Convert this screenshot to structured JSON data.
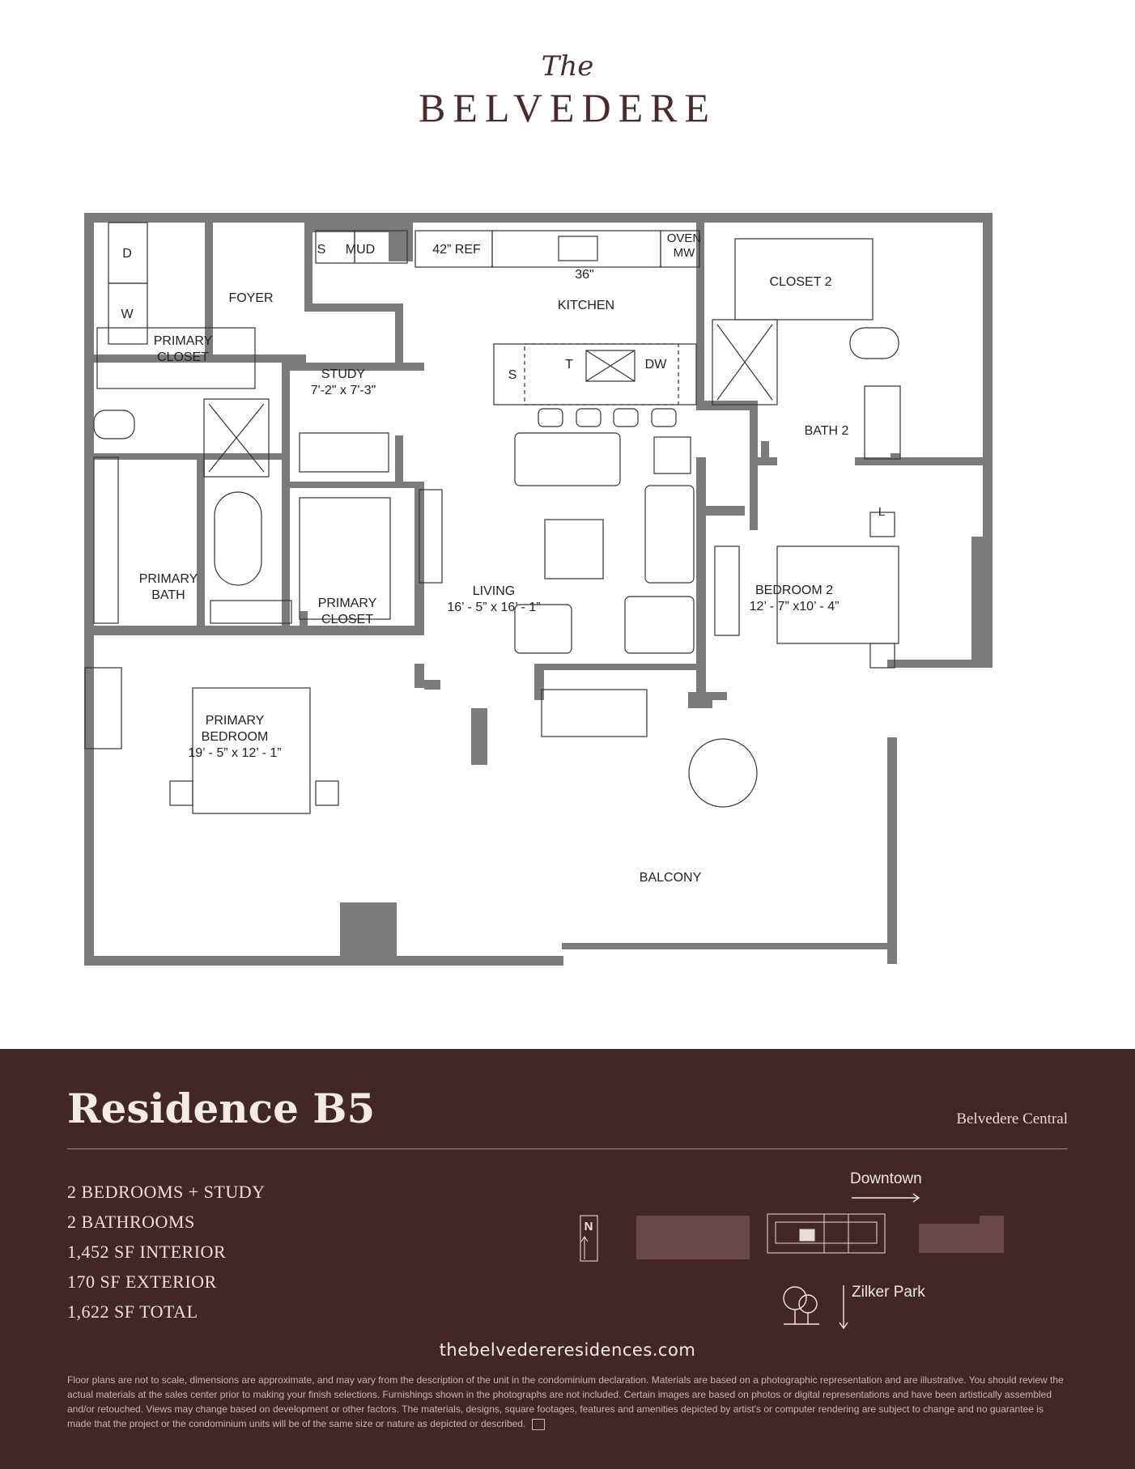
{
  "logo": {
    "script": "The",
    "name": "BELVEDERE"
  },
  "floorplan": {
    "rooms": {
      "foyer": "FOYER",
      "kitchen": "KITCHEN",
      "ref": "42” REF",
      "range": "36\"",
      "oven_1": "OVEN",
      "oven_2": "MW",
      "mud_s": "S",
      "mud": "MUD",
      "dryer": "D",
      "washer": "W",
      "closet2": "CLOSET 2",
      "primary_closet_top_1": "PRIMARY",
      "primary_closet_top_2": "CLOSET",
      "study": "STUDY",
      "study_dim": "7'-2\" x 7'-3\"",
      "island_s": "S",
      "island_t": "T",
      "island_dw": "DW",
      "bath2": "BATH 2",
      "laundry_l": "L",
      "primary_bath_1": "PRIMARY",
      "primary_bath_2": "BATH",
      "primary_closet_mid_1": "PRIMARY",
      "primary_closet_mid_2": "CLOSET",
      "living": "LIVING",
      "living_dim": "16’ -  5” x 16’ - 1”",
      "bedroom2": "BEDROOM 2",
      "bedroom2_dim": "12’ - 7” x10’ - 4”",
      "primary_bedroom_1": "PRIMARY",
      "primary_bedroom_2": "BEDROOM",
      "primary_bedroom_dim": "19’ - 5” x 12’ - 1”",
      "balcony": "BALCONY"
    }
  },
  "residence": {
    "title": "Residence B5",
    "building": "Belvedere Central",
    "specs": [
      "2 BEDROOMS + STUDY",
      "2 BATHROOMS",
      "1,452 SF INTERIOR",
      "170 SF EXTERIOR",
      "1,622 SF TOTAL"
    ]
  },
  "siteplan": {
    "north": "N",
    "downtown": "Downtown",
    "zilker": "Zilker Park",
    "icons": [
      "north-arrow-icon",
      "arrow-right-icon",
      "tree-icon",
      "arrow-down-icon"
    ]
  },
  "website": "thebelvedereresidences.com",
  "disclaimer": "Floor plans are not to scale, dimensions are approximate, and may vary from the description of the unit in the condominium declaration. Materials are based on a photographic representation and are illustrative. You should review the actual materials at the sales center prior to making your finish selections. Furnishings shown in the photographs are not included. Certain images are based on photos or digital representations and have been artistically assembled and/or retouched. Views may change based on development or other factors. The materials, designs, square footages, features and amenities depicted by artist's or computer rendering are subject to change and no guarantee is made that the project or the condominium units will be of the same size or nature as depicted or described.",
  "colors": {
    "footer_bg": "#432628",
    "logo": "#4a2a2c",
    "wall": "#7a7a7a"
  }
}
